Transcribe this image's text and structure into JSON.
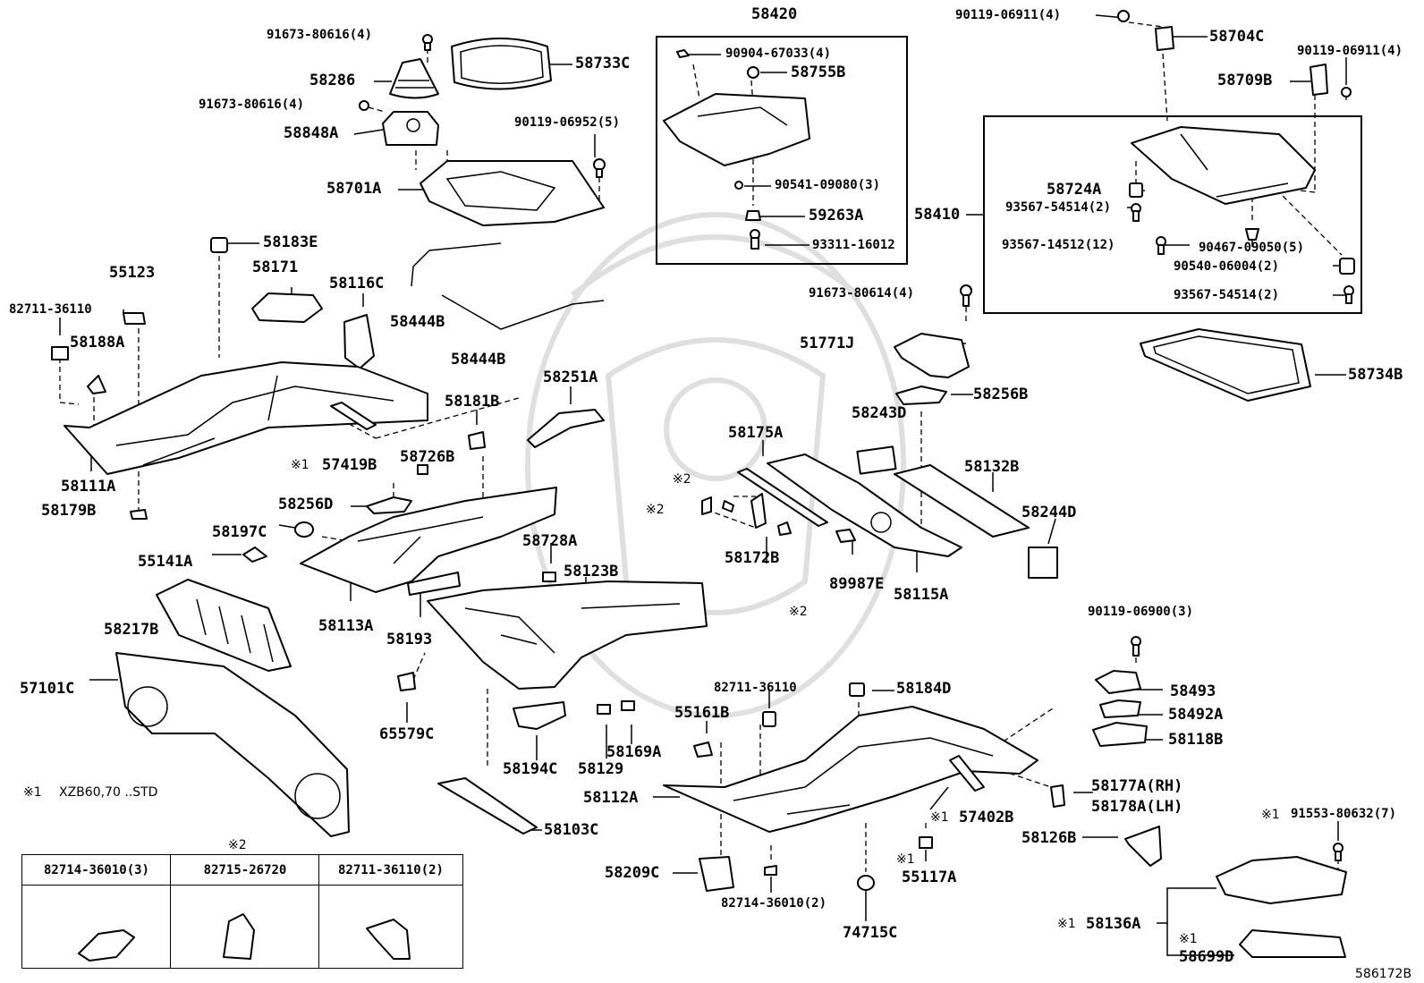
{
  "labels": {
    "p58420": "58420",
    "p90119_06911_l": "90119-06911(4)",
    "p58704C": "58704C",
    "p90119_06911_r": "90119-06911(4)",
    "p58709B": "58709B",
    "p91673_80616_a": "91673-80616(4)",
    "p58286": "58286",
    "p58733C": "58733C",
    "p90904_67033": "90904-67033(4)",
    "p58755B": "58755B",
    "p91673_80616_b": "91673-80616(4)",
    "p58848A": "58848A",
    "p90119_06952": "90119-06952(5)",
    "p58701A": "58701A",
    "p90541_09080": "90541-09080(3)",
    "p59263A": "59263A",
    "p93311_16012": "93311-16012",
    "p58724A": "58724A",
    "p93567_54514_a": "93567-54514(2)",
    "p58410": "58410",
    "p93567_14512": "93567-14512(12)",
    "p90467_09050": "90467-09050(5)",
    "p90540_06004": "90540-06004(2)",
    "p93567_54514_b": "93567-54514(2)",
    "p58183E": "58183E",
    "p55123": "55123",
    "p58171": "58171",
    "p58116C": "58116C",
    "p82711_36110_a": "82711-36110",
    "p58188A": "58188A",
    "p58444B_a": "58444B",
    "p58444B_b": "58444B",
    "p91673_80614": "91673-80614(4)",
    "p51771J": "51771J",
    "p58734B": "58734B",
    "p58256B": "58256B",
    "p58251A": "58251A",
    "p58181B": "58181B",
    "p58243D": "58243D",
    "p58175A": "58175A",
    "p58132B": "58132B",
    "p57419B": "57419B",
    "p58726B": "58726B",
    "p58111A": "58111A",
    "p58179B": "58179B",
    "p58256D": "58256D",
    "p58197C": "58197C",
    "p55141A": "55141A",
    "p58244D": "58244D",
    "p58172B": "58172B",
    "p89987E": "89987E",
    "p58115A": "58115A",
    "p58728A": "58728A",
    "p58123B": "58123B",
    "p58113A": "58113A",
    "p58193": "58193",
    "p58217B": "58217B",
    "p57101C": "57101C",
    "p90119_06900": "90119-06900(3)",
    "p58493": "58493",
    "p58492A": "58492A",
    "p58118B": "58118B",
    "p82711_36110_b": "82711-36110",
    "p58184D": "58184D",
    "p65579C": "65579C",
    "p55161B": "55161B",
    "p58194C": "58194C",
    "p58129": "58129",
    "p58169A": "58169A",
    "p58112A": "58112A",
    "p58177A": "58177A(RH)",
    "p58178A": "58178A(LH)",
    "p57402B": "57402B",
    "p58126B": "58126B",
    "p91553_80632": "91553-80632(7)",
    "p58103C": "58103C",
    "p58209C": "58209C",
    "p55117A": "55117A",
    "p82714_36010": "82714-36010(2)",
    "p74715C": "74715C",
    "p58136A": "58136A",
    "p58699D": "58699D",
    "diagram_id": "586172B"
  },
  "markers": {
    "star1": "※1",
    "star2": "※2"
  },
  "note": {
    "mark": "※1",
    "text": "XZB60,70 ..STD"
  },
  "legend": {
    "title_mark": "※2",
    "col1": "82714-36010(3)",
    "col2": "82715-26720",
    "col3": "82711-36110(2)"
  }
}
